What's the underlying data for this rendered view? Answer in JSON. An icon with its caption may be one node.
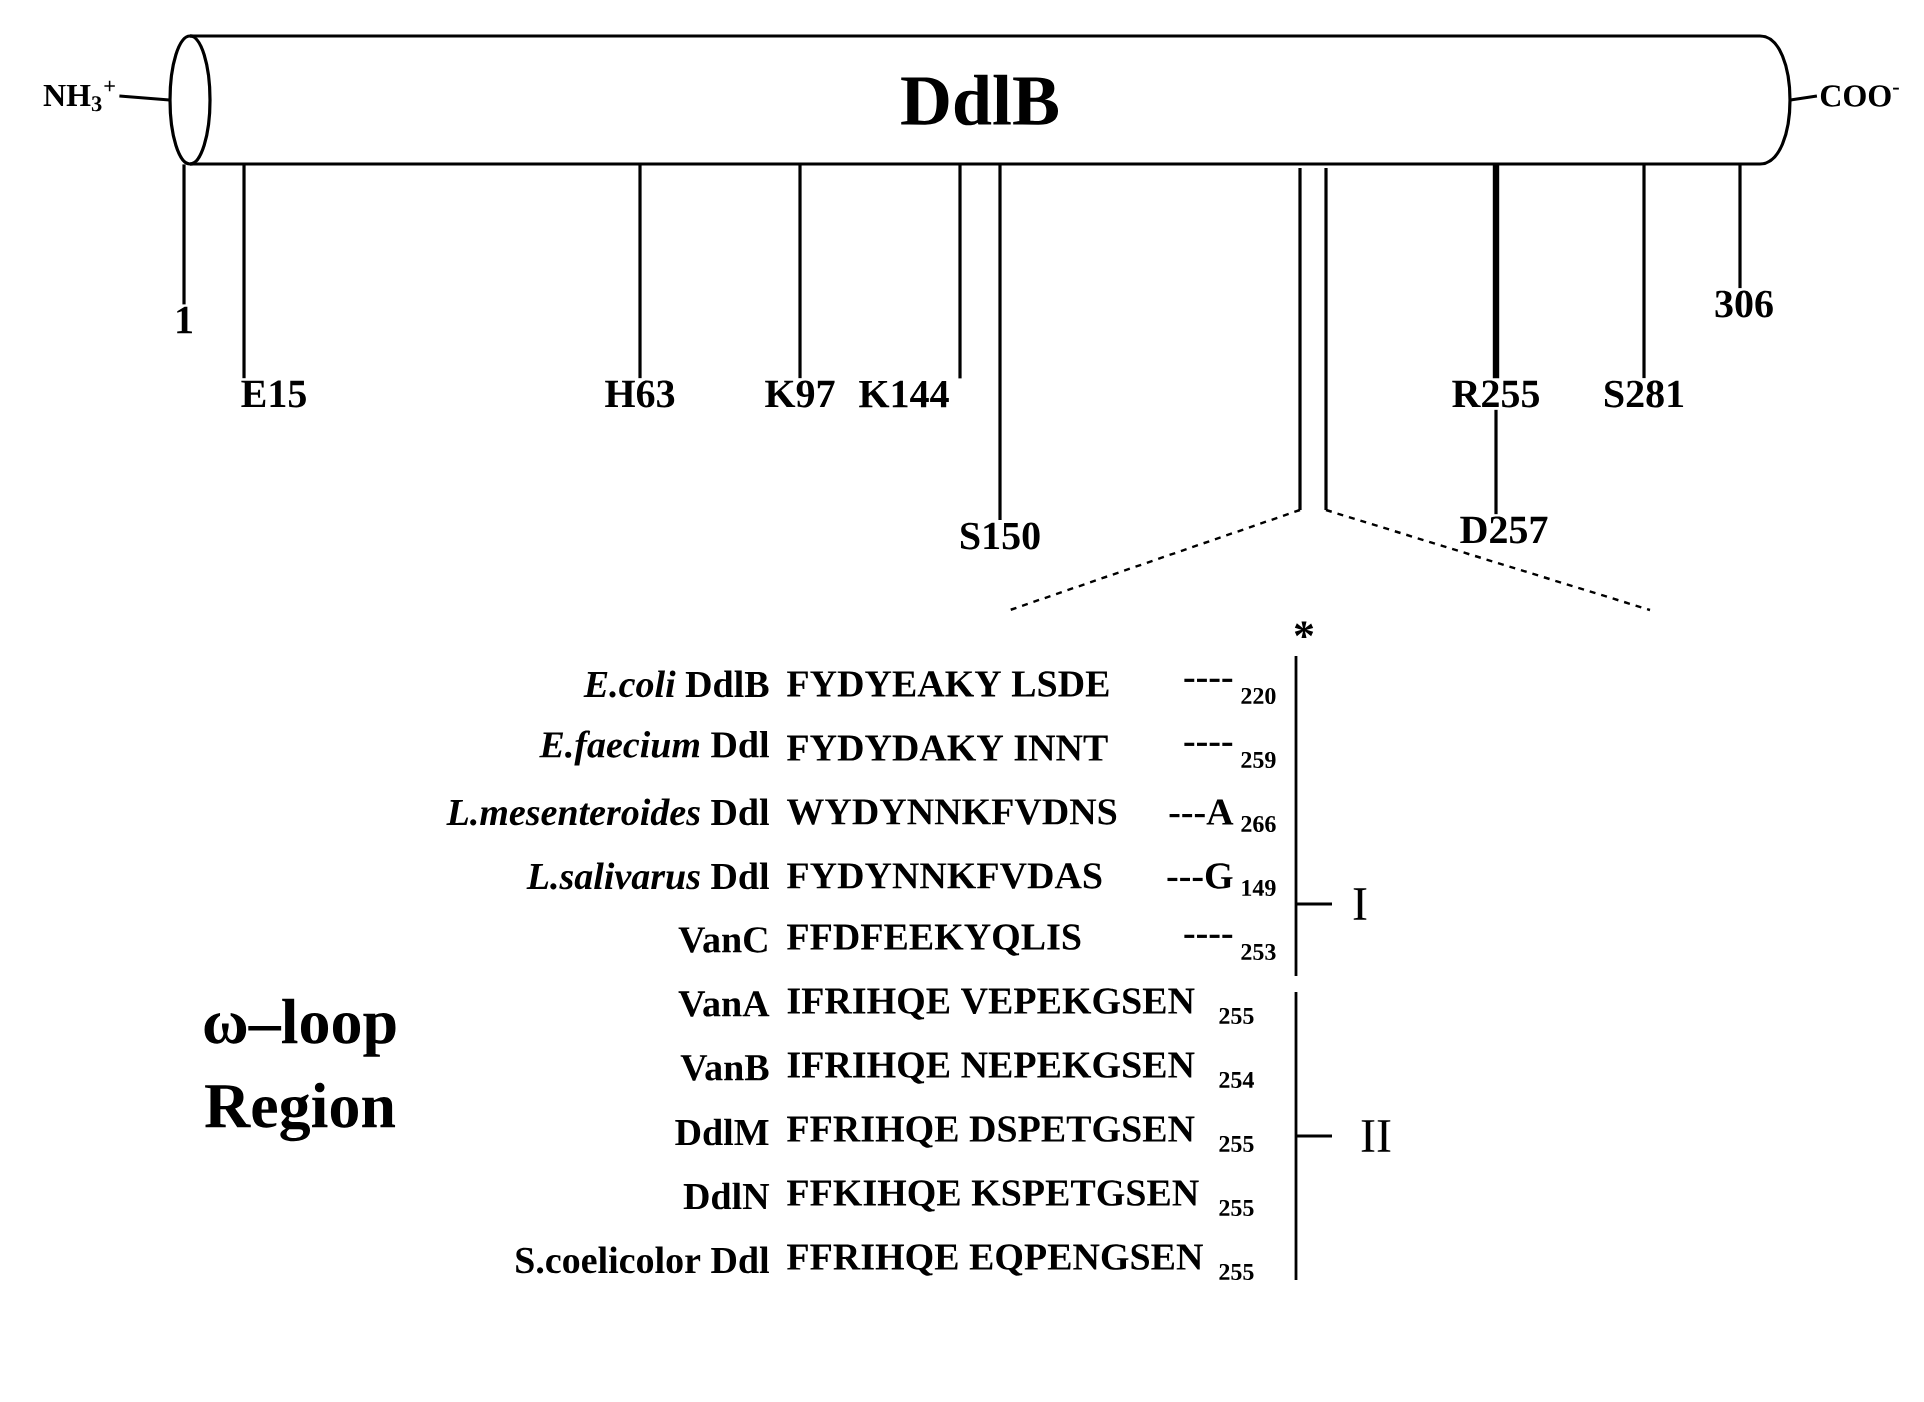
{
  "diagram": {
    "nodes": [
      {
        "text": [
          "DdlB"
        ]
      },
      {
        "text": [
          "NH$_{3}$$^{+}$"
        ]
      },
      {
        "text": [
          "COO$^{-}$"
        ]
      },
      {
        "text": [
          "1"
        ]
      },
      {
        "text": [
          "E15"
        ]
      },
      {
        "text": [
          "H63"
        ]
      },
      {
        "text": [
          "K97"
        ]
      },
      {
        "text": [
          "K144"
        ]
      },
      {
        "text": [
          "S150"
        ]
      },
      {
        "text": [
          "R255"
        ]
      },
      {
        "text": [
          "D257"
        ]
      },
      {
        "text": [
          "S281"
        ]
      },
      {
        "text": [
          "306"
        ]
      }
    ],
    "edges": [
      {
        "from": 1,
        "to": 0,
        "arrow": "none"
      },
      {
        "from": 2,
        "to": 0,
        "arrow": "none"
      },
      {
        "from": 3,
        "to": 0,
        "arrow": "none"
      },
      {
        "from": 4,
        "to": 0,
        "arrow": "none"
      },
      {
        "from": 5,
        "to": 0,
        "arrow": "none"
      },
      {
        "from": 6,
        "to": 0,
        "arrow": "none"
      },
      {
        "from": 7,
        "to": 0,
        "arrow": "none"
      },
      {
        "from": 8,
        "to": 0,
        "arrow": "none"
      },
      {
        "from": 9,
        "to": 0,
        "arrow": "none",
        "style": "thick"
      },
      {
        "from": 10,
        "to": 9,
        "arrow": "none"
      },
      {
        "from": 11,
        "to": 0,
        "arrow": "none"
      },
      {
        "from": 12,
        "to": 0,
        "arrow": "none"
      }
    ],
    "labels": [
      "*",
      "*E.coli* DdlB",
      "FYDYEAKY LSDE",
      "----",
      "220",
      "*E.faecium* Ddl",
      "FYDYDAKY INNT",
      "----",
      "259",
      "*L.mesenteroides* Ddl",
      "WYDYNNKFVDNS",
      "---A",
      "266",
      "*L.salivarus* Ddl",
      "FYDYNNKFVDAS",
      "---G",
      "149",
      "VanC",
      "FFDFEEKYQLIS",
      "----",
      "253",
      "I",
      "ω–loop Region",
      "VanA",
      "IFRIHQE VEPEKGSEN",
      "255",
      "VanB",
      "IFRIHQE NEPEKGSEN",
      "254",
      "DdlM",
      "FFRIHQE DSPETGSEN",
      "255",
      "DdlN",
      "FFKIHQE KSPETGSEN",
      "255",
      "S.coelicolor Ddl",
      "FFRIHQE EQPENGSEN",
      "255",
      "II"
    ]
  }
}
